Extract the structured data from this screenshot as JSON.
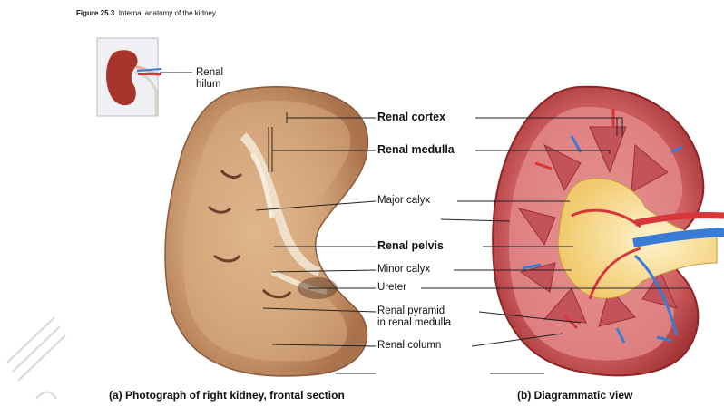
{
  "figure": {
    "number": "Figure 25.3",
    "title": "Internal anatomy of the kidney."
  },
  "labels": {
    "renal_hilum_line1": "Renal",
    "renal_hilum_line2": "hilum",
    "renal_cortex": "Renal cortex",
    "renal_medulla": "Renal medulla",
    "major_calyx": "Major calyx",
    "renal_pelvis": "Renal pelvis",
    "minor_calyx": "Minor calyx",
    "ureter": "Ureter",
    "renal_pyramid_line1": "Renal pyramid",
    "renal_pyramid_line2": "in renal medulla",
    "renal_column": "Renal column"
  },
  "captions": {
    "a": "(a) Photograph of right kidney, frontal section",
    "b": "(b) Diagrammatic view"
  },
  "colors": {
    "photo_tissue": "#c99a72",
    "cortex_red": "#c8484a",
    "pyramid": "#d9828a",
    "pelvis_yellow": "#f4d27a",
    "artery_red": "#d8373a",
    "vein_blue": "#3a7bd5"
  }
}
